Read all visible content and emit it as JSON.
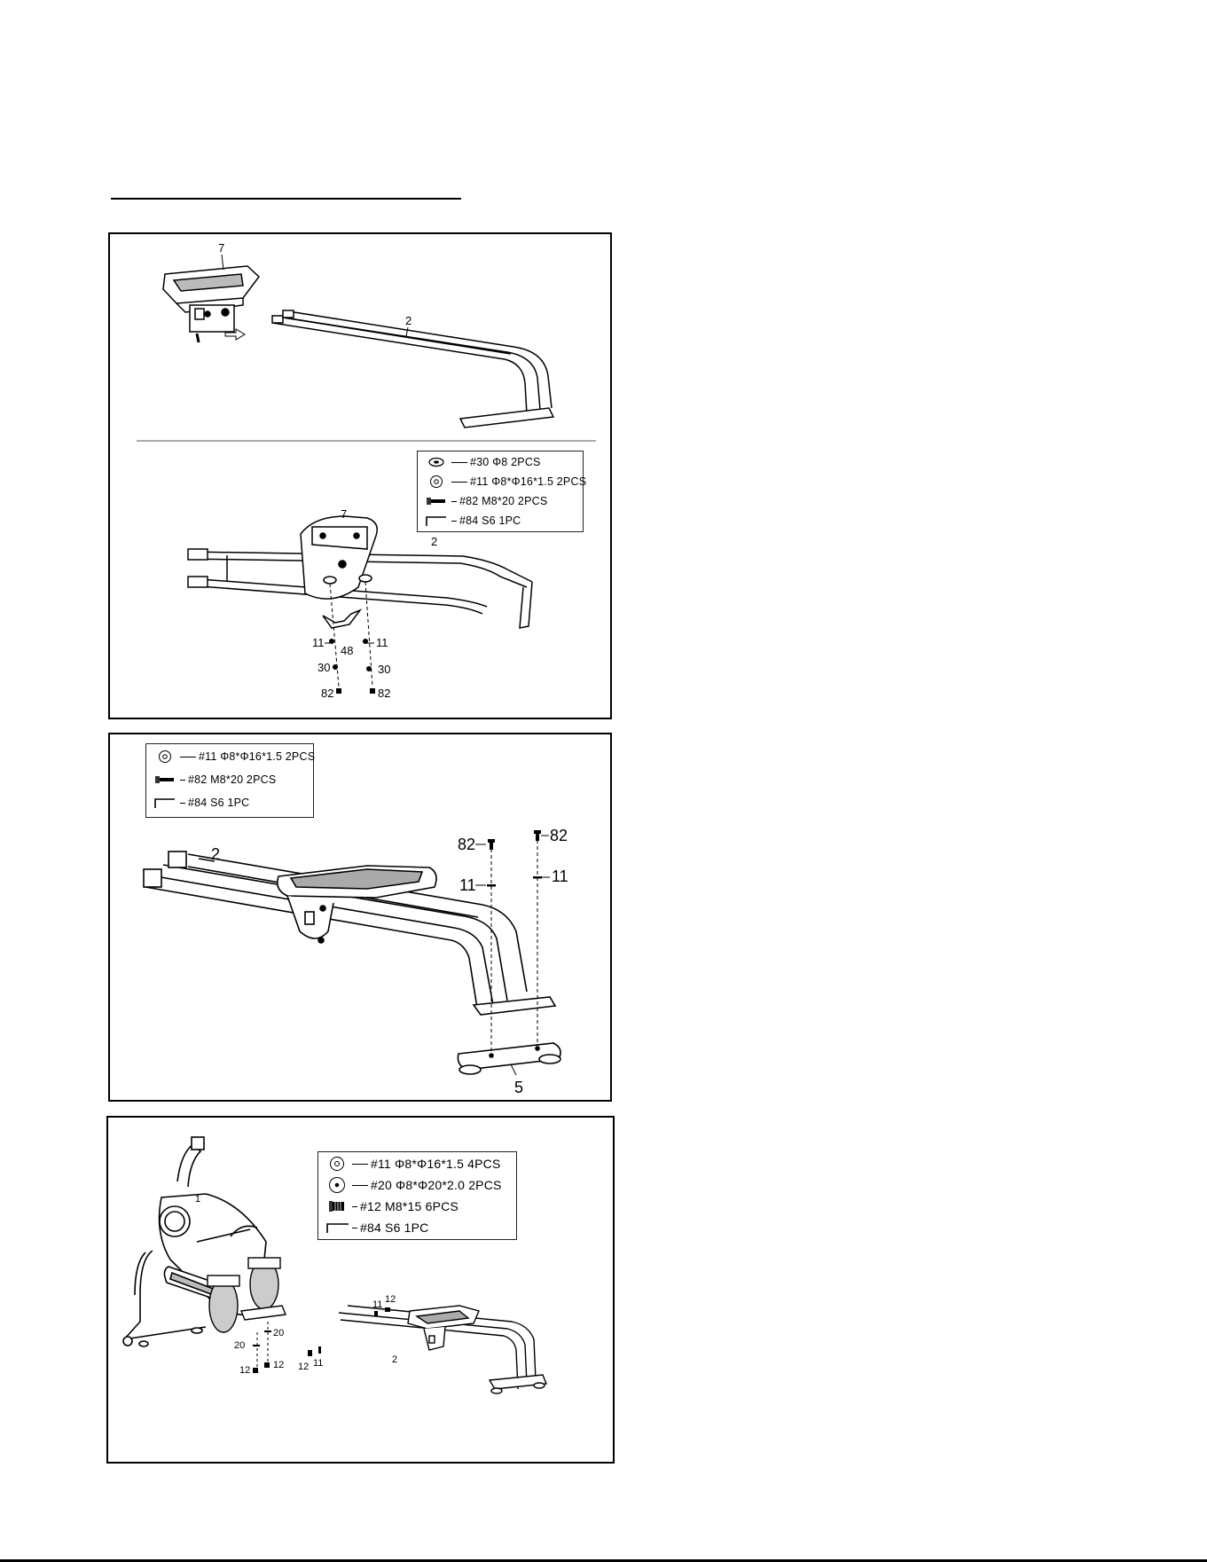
{
  "steps": [
    {
      "callouts": {
        "seat_top": "7",
        "rail_top": "2",
        "seat_bottom": "7",
        "rail_bottom": "2",
        "bracket": "48",
        "washer_left": "11",
        "washer_right": "11",
        "lock_left": "30",
        "lock_right": "30",
        "bolt_left": "82",
        "bolt_right": "82"
      },
      "hardware": [
        {
          "icon": "spring-washer-icon",
          "label": "#30 Φ8  2PCS"
        },
        {
          "icon": "flat-washer-icon",
          "label": "#11 Φ8*Φ16*1.5  2PCS"
        },
        {
          "icon": "bolt-icon",
          "label": "#82 M8*20  2PCS"
        },
        {
          "icon": "allen-key-icon",
          "label": "#84 S6 1PC"
        }
      ]
    },
    {
      "callouts": {
        "rail": "2",
        "bolt_left": "82",
        "bolt_right": "82",
        "washer_left": "11",
        "washer_right": "11",
        "stabilizer": "5"
      },
      "hardware": [
        {
          "icon": "flat-washer-icon",
          "label": "#11 Φ8*Φ16*1.5  2PCS"
        },
        {
          "icon": "bolt-icon",
          "label": "#82 M8*20  2PCS"
        },
        {
          "icon": "allen-key-icon",
          "label": "#84 S6 1PC"
        }
      ]
    },
    {
      "callouts": {
        "frame": "1",
        "rail": "2",
        "washer20_a": "20",
        "washer20_b": "20",
        "bolt12_a": "12",
        "bolt12_b": "12",
        "bolt12_c": "12",
        "bolt12_d": "12",
        "washer11_a": "11",
        "washer11_b": "11"
      },
      "hardware": [
        {
          "icon": "flat-washer-icon",
          "label": "#11 Φ8*Φ16*1.5  4PCS"
        },
        {
          "icon": "large-washer-icon",
          "label": "#20 Φ8*Φ20*2.0  2PCS"
        },
        {
          "icon": "bolt-icon",
          "label": "#12 M8*15  6PCS"
        },
        {
          "icon": "allen-key-icon",
          "label": "#84 S6 1PC"
        }
      ]
    }
  ]
}
